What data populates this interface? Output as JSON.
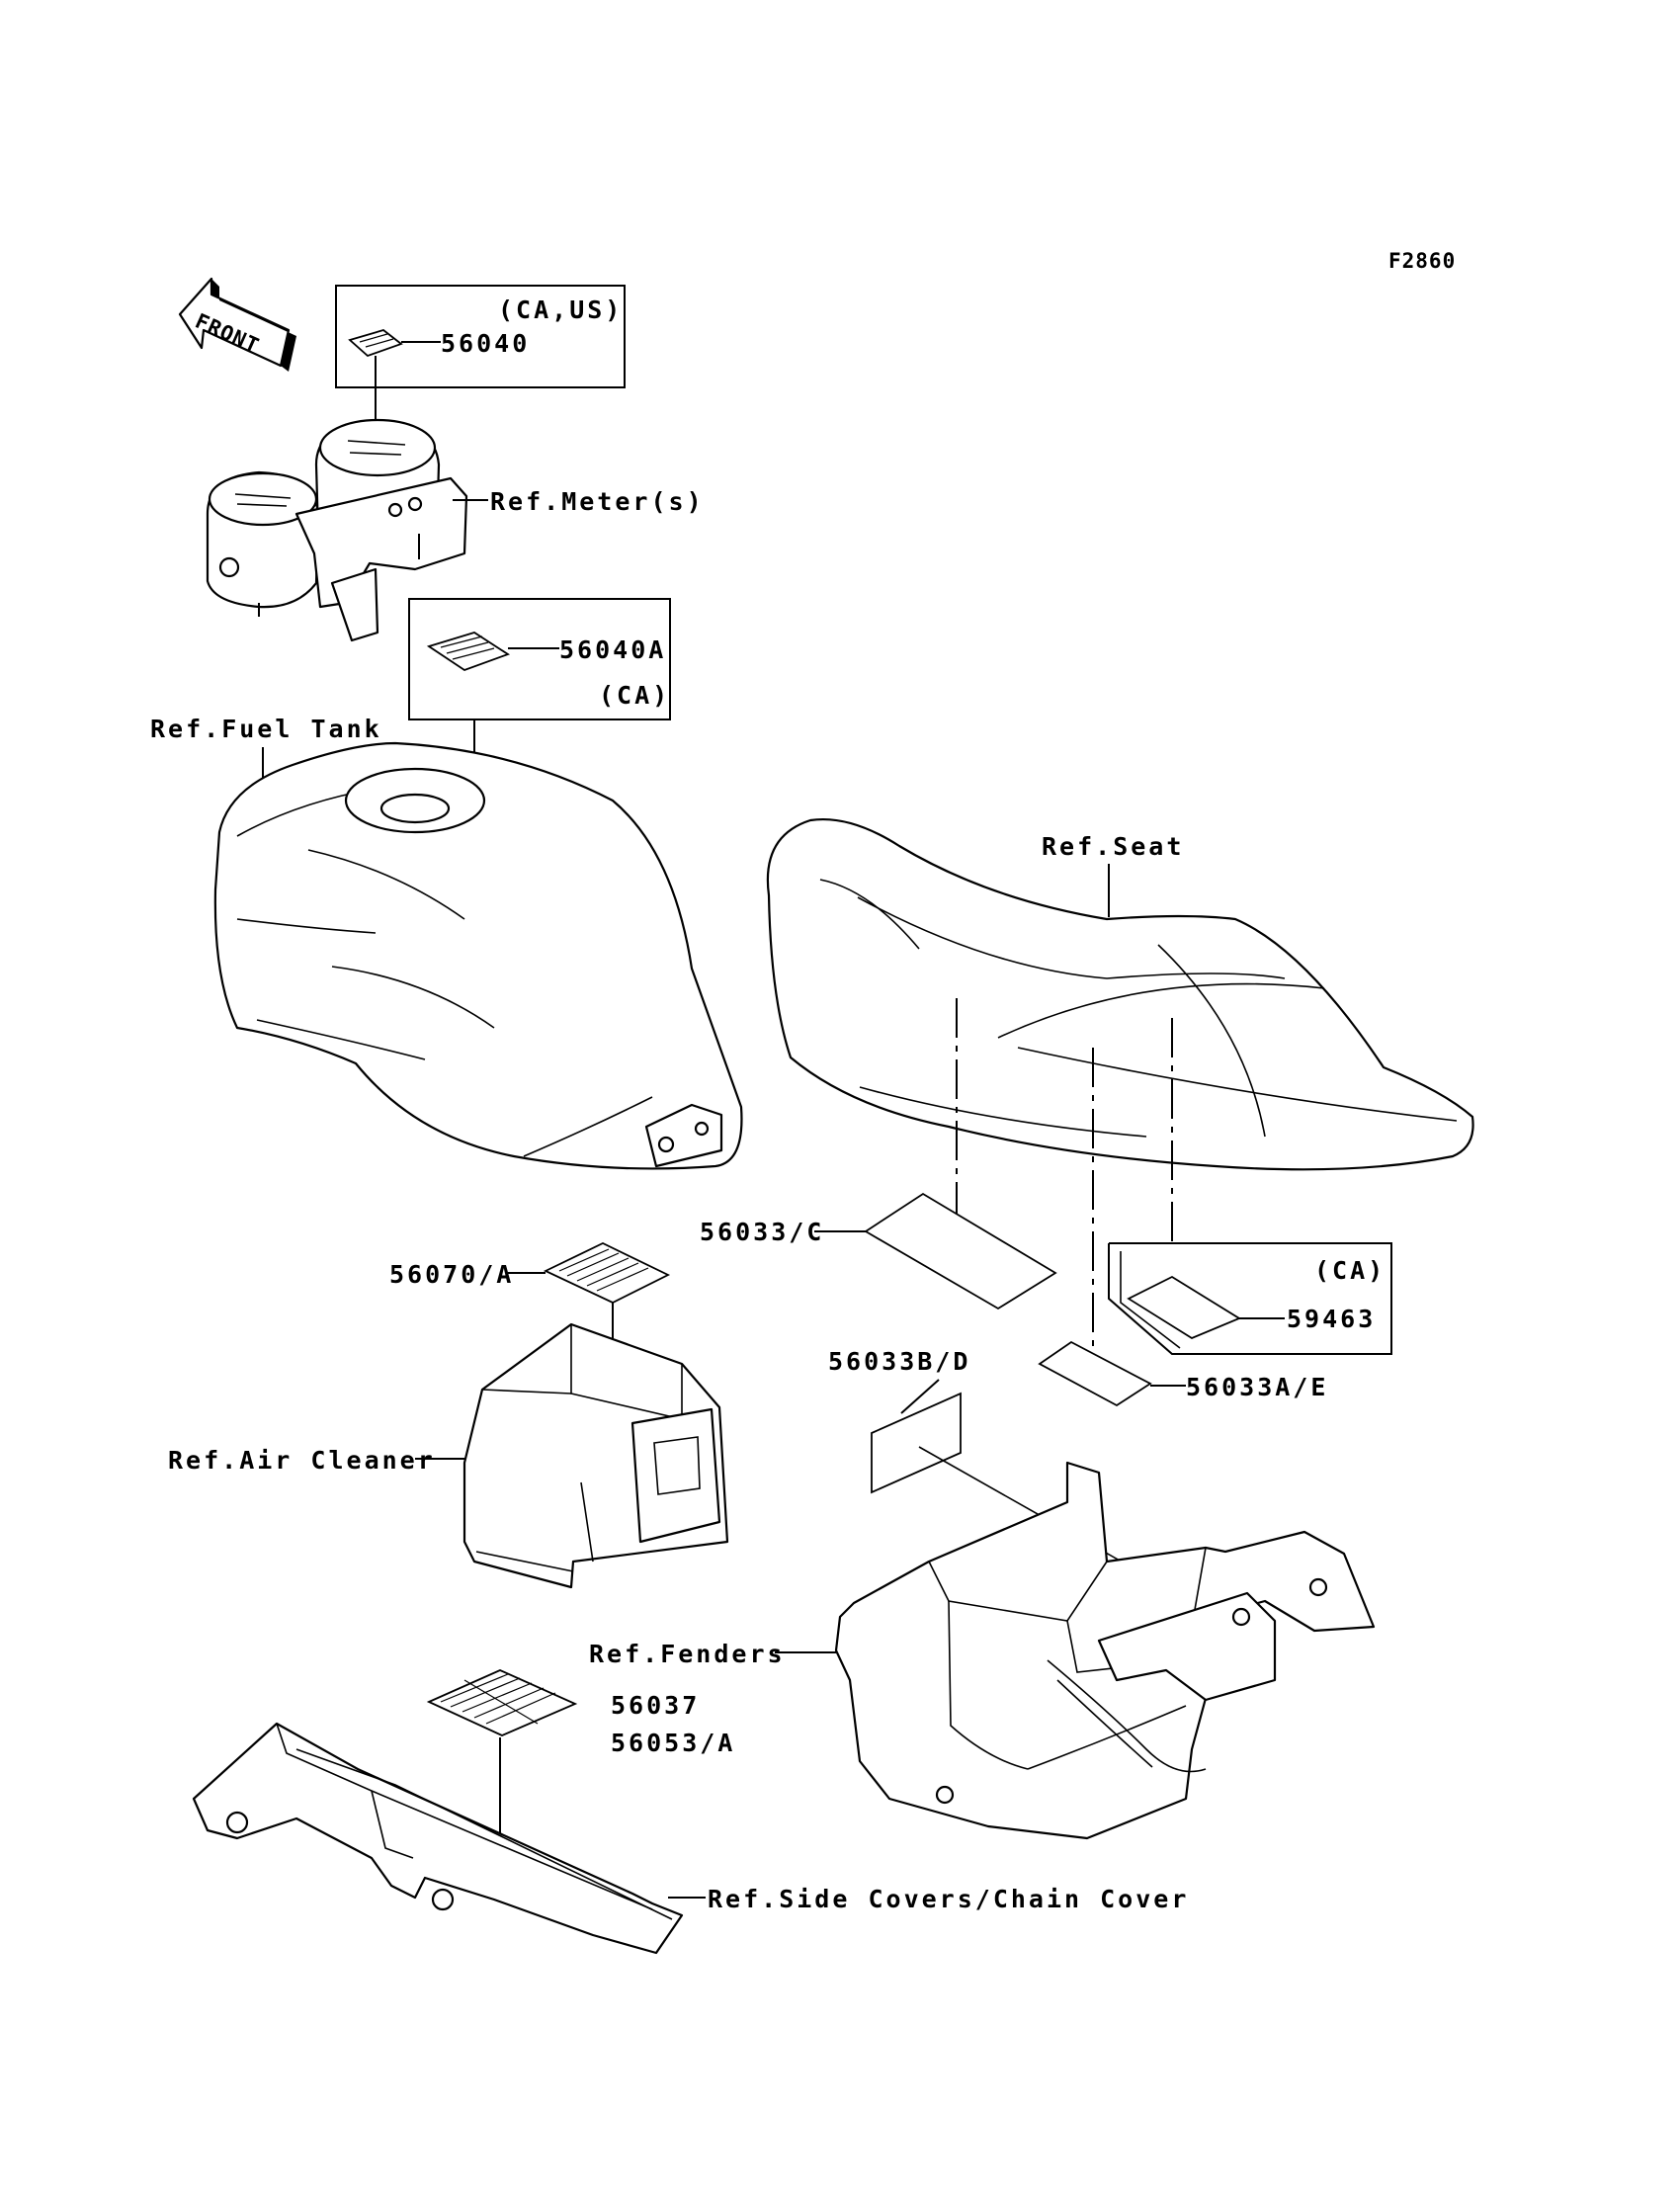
{
  "figure_code": "F2860",
  "front_arrow": {
    "label": "FRONT",
    "icon": "front-arrow-icon"
  },
  "labels": {
    "meter_region": "(CA,US)",
    "part_56040": "56040",
    "ref_meters": "Ref.Meter(s)",
    "part_56040a": "56040A",
    "tank_region": "(CA)",
    "ref_fuel_tank": "Ref.Fuel Tank",
    "ref_seat": "Ref.Seat",
    "part_56033c": "56033/C",
    "seat_region": "(CA)",
    "part_59463": "59463",
    "part_56070a": "56070/A",
    "part_56033bd": "56033B/D",
    "part_56033ae": "56033A/E",
    "ref_air_cleaner": "Ref.Air Cleaner",
    "ref_fenders": "Ref.Fenders",
    "part_56037": "56037",
    "part_56053a": "56053/A",
    "ref_side_covers": "Ref.Side Covers/Chain Cover"
  }
}
